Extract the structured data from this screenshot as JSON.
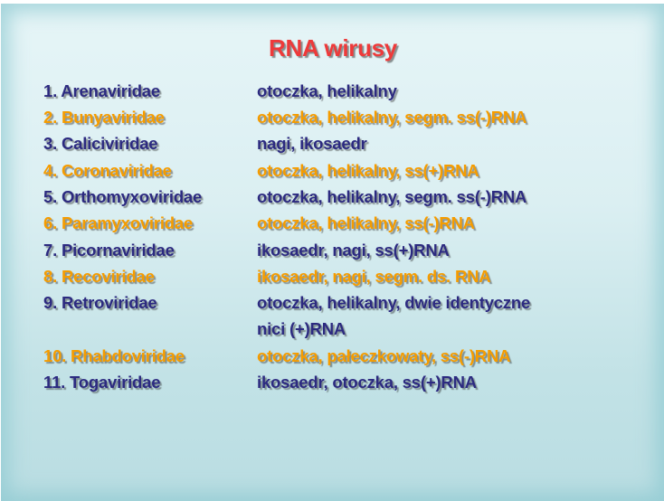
{
  "title": "RNA wirusy",
  "colors": {
    "title": "#ee3a3a",
    "odd": "#2c2a80",
    "even": "#f59c00"
  },
  "rows": [
    {
      "name": "1. Arenaviridae",
      "desc": "otoczka, helikalny"
    },
    {
      "name": "2. Bunyaviridae",
      "desc": "otoczka, helikalny, segm. ss(-)RNA"
    },
    {
      "name": "3. Caliciviridae",
      "desc": "nagi, ikosaedr"
    },
    {
      "name": "4. Coronaviridae",
      "desc": "otoczka, helikalny, ss(+)RNA"
    },
    {
      "name": "5. Orthomyxoviridae",
      "desc": "otoczka, helikalny, segm. ss(-)RNA"
    },
    {
      "name": "6. Paramyxoviridae",
      "desc": "otoczka, helikalny, ss(-)RNA"
    },
    {
      "name": "7. Picornaviridae",
      "desc": "ikosaedr, nagi, ss(+)RNA"
    },
    {
      "name": "8. Recoviridae",
      "desc": "ikosaedr, nagi, segm. ds. RNA"
    },
    {
      "name": "9. Retroviridae",
      "desc": "otoczka, helikalny, dwie identyczne",
      "desc2": "nici (+)RNA"
    },
    {
      "name": "10. Rhabdoviridae",
      "desc": "otoczka, pałeczkowaty, ss(-)RNA"
    },
    {
      "name": "11. Togaviridae",
      "desc": "ikosaedr, otoczka, ss(+)RNA"
    }
  ]
}
